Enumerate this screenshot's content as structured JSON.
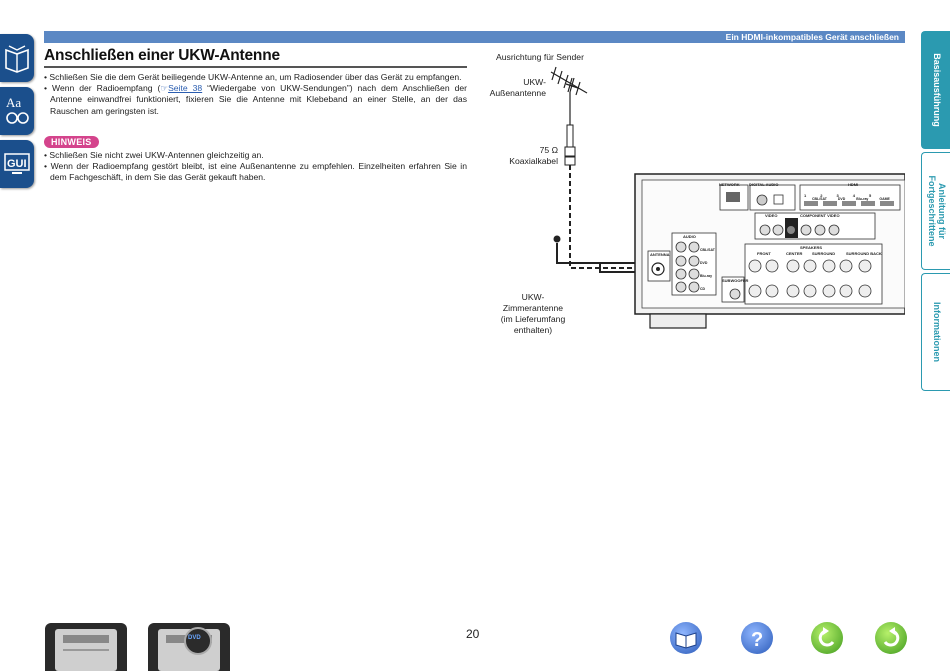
{
  "header": {
    "section_title": "Ein HDMI-inkompatibles Gerät anschließen"
  },
  "page": {
    "title": "Anschließen einer UKW-Antenne",
    "bullets": [
      "Schließen Sie die dem Gerät beiliegende UKW-Antenne an, um Radiosender über das Gerät zu empfangen.",
      "Wenn der Radioempfang (",
      "Seite 38",
      " “Wiedergabe von UKW-Sendungen”) nach dem Anschließen der Antenne einwandfrei funktioniert, fixieren Sie die Antenne mit Klebeband an einer Stelle, an der das Rauschen am geringsten ist."
    ],
    "hinweis_label": "HINWEIS",
    "notes": [
      "Schließen Sie nicht zwei UKW-Antennen gleichzeitig an.",
      "Wenn der Radioempfang gestört bleibt, ist eine Außenantenne zu empfehlen. Einzelheiten erfahren Sie in dem Fachgeschäft, in dem Sie das Gerät gekauft haben."
    ],
    "page_number": "20"
  },
  "diagram": {
    "label_direction": "Ausrichtung für Sender",
    "label_outdoor_1": "UKW-",
    "label_outdoor_2": "Außenantenne",
    "label_cable_1": "75 Ω",
    "label_cable_2": "Koaxialkabel",
    "label_indoor_1": "UKW-",
    "label_indoor_2": "Zimmerantenne",
    "label_indoor_3": "(im Lieferumfang",
    "label_indoor_4": "enthalten)",
    "panel": {
      "network": "NETWORK",
      "digital_audio": "DIGITAL AUDIO",
      "hdmi": "HDMI",
      "antenna": "ANTENNA",
      "audio": "AUDIO",
      "video": "VIDEO",
      "component_video": "COMPONENT VIDEO",
      "speakers": "SPEAKERS",
      "front": "FRONT",
      "center": "CENTER",
      "surround": "SURROUND",
      "surround_back": "SURROUND BACK",
      "subwoofer": "SUBWOOFER",
      "hdmi_ports": [
        "1",
        "2",
        "3",
        "4",
        "5"
      ],
      "hdmi_port_labels": [
        "CBL/SAT",
        "DVD",
        "Blu-ray",
        "GAME"
      ],
      "audio_labels": [
        "CBL/SAT",
        "DVD",
        "Blu-ray",
        "CD"
      ]
    }
  },
  "tabs": [
    {
      "label": "Basisausführung",
      "active": true
    },
    {
      "label": "Anleitung für Fortgeschrittene",
      "active": false
    },
    {
      "label": "Informationen",
      "active": false
    }
  ],
  "thumbs": {
    "dvd_label": "DVD"
  },
  "colors": {
    "header": "#5b88c4",
    "tab": "#2b9ab0",
    "sidebar": "#1b4f8c",
    "hinweis": "#d4448c"
  }
}
